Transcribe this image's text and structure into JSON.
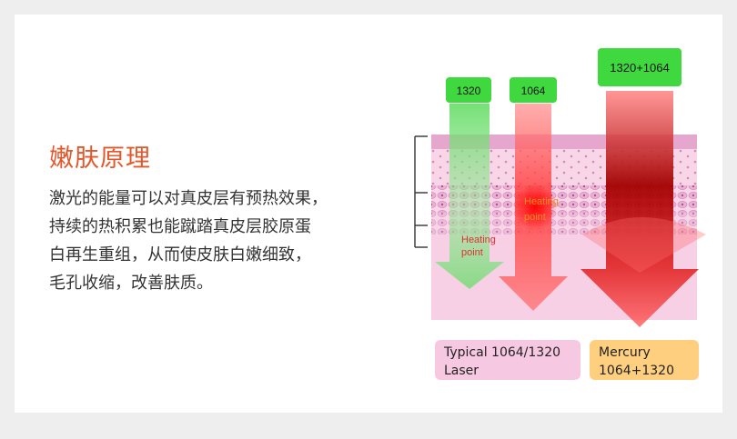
{
  "title": "嫩肤原理",
  "description": [
    "激光的能量可以对真皮层有预热效果，",
    "持续的热积累也能蹴踏真皮层胶原蛋",
    "白再生重组，从而使皮肤白嫩细致，",
    "毛孔收缩，改善肤质。"
  ],
  "beams": [
    {
      "label": "1320",
      "color": "#3fd93f"
    },
    {
      "label": "1064",
      "color": "#3fd93f"
    },
    {
      "label": "1320+1064",
      "color": "#3fd93f"
    }
  ],
  "heating_points": [
    {
      "line1": "Heating",
      "line2": "point"
    },
    {
      "line1": "Heating",
      "line2": "point"
    }
  ],
  "captions": {
    "typical": {
      "line1": "Typical 1064/1320",
      "line2": "Laser",
      "color": "#f7c8e1"
    },
    "mercury": {
      "line1": "Mercury",
      "line2": "1064+1320",
      "color": "#ffcf80"
    }
  },
  "colors": {
    "title": "#e4572a",
    "skin_top": "#e6a7cf",
    "skin_bg": "#f8d6e8"
  }
}
